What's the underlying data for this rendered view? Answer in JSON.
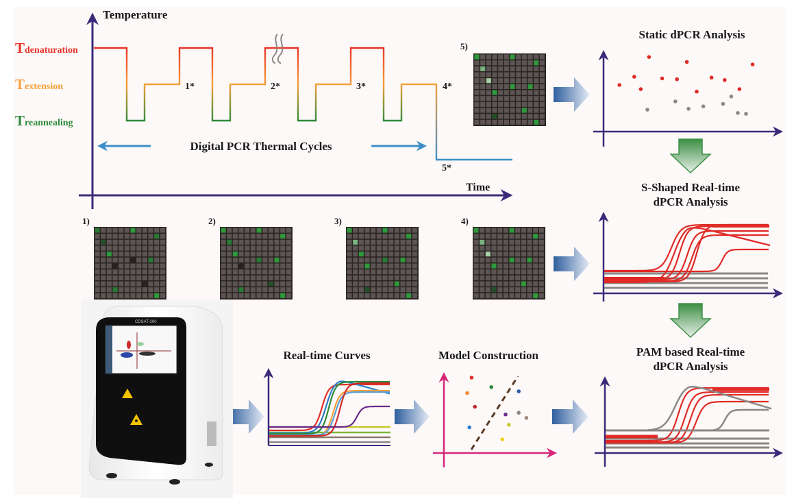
{
  "thermal_plot": {
    "y_axis_label": "Temperature",
    "x_axis_label": "Time",
    "levels": [
      {
        "prefix": "T",
        "name": "denaturation",
        "color": "#e8332a"
      },
      {
        "prefix": "T",
        "name": "extension",
        "color": "#f7a13a"
      },
      {
        "prefix": "T",
        "name": "reannealing",
        "color": "#2d8a3a"
      }
    ],
    "cycle_markers": [
      "1*",
      "2*",
      "3*",
      "4*",
      "5*"
    ],
    "cycles_label": "Digital PCR Thermal Cycles",
    "cycles_arrow_color": "#3d8ec9"
  },
  "grids": [
    {
      "label": "1)",
      "size": 12,
      "cells": [
        {
          "r": 0,
          "c": 0,
          "t": "g2"
        },
        {
          "r": 0,
          "c": 6,
          "t": "g1"
        },
        {
          "r": 1,
          "c": 10,
          "t": "g2"
        },
        {
          "r": 2,
          "c": 1,
          "t": "g3"
        },
        {
          "r": 4,
          "c": 2,
          "t": "g1"
        },
        {
          "r": 5,
          "c": 6,
          "t": "d"
        },
        {
          "r": 5,
          "c": 9,
          "t": "g2"
        },
        {
          "r": 6,
          "c": 3,
          "t": "d"
        },
        {
          "r": 9,
          "c": 8,
          "t": "d"
        },
        {
          "r": 10,
          "c": 3,
          "t": "g2"
        },
        {
          "r": 11,
          "c": 10,
          "t": "g1"
        }
      ]
    },
    {
      "label": "2)",
      "size": 12,
      "cells": [
        {
          "r": 0,
          "c": 0,
          "t": "g1"
        },
        {
          "r": 0,
          "c": 6,
          "t": "g1"
        },
        {
          "r": 1,
          "c": 10,
          "t": "g1"
        },
        {
          "r": 2,
          "c": 1,
          "t": "g2"
        },
        {
          "r": 4,
          "c": 2,
          "t": "g1"
        },
        {
          "r": 5,
          "c": 6,
          "t": "g2"
        },
        {
          "r": 5,
          "c": 9,
          "t": "g1"
        },
        {
          "r": 6,
          "c": 3,
          "t": "d"
        },
        {
          "r": 9,
          "c": 8,
          "t": "g3"
        },
        {
          "r": 10,
          "c": 3,
          "t": "g2"
        },
        {
          "r": 11,
          "c": 10,
          "t": "g1"
        }
      ]
    },
    {
      "label": "3)",
      "size": 12,
      "cells": [
        {
          "r": 0,
          "c": 0,
          "t": "g1"
        },
        {
          "r": 0,
          "c": 6,
          "t": "g1"
        },
        {
          "r": 1,
          "c": 10,
          "t": "g1"
        },
        {
          "r": 2,
          "c": 1,
          "t": "l1"
        },
        {
          "r": 4,
          "c": 2,
          "t": "g1"
        },
        {
          "r": 5,
          "c": 6,
          "t": "g2"
        },
        {
          "r": 5,
          "c": 9,
          "t": "g1"
        },
        {
          "r": 6,
          "c": 3,
          "t": "g1"
        },
        {
          "r": 9,
          "c": 8,
          "t": "g1"
        },
        {
          "r": 10,
          "c": 3,
          "t": "g3"
        },
        {
          "r": 11,
          "c": 10,
          "t": "g1"
        }
      ]
    },
    {
      "label": "4)",
      "size": 12,
      "cells": [
        {
          "r": 0,
          "c": 0,
          "t": "g1"
        },
        {
          "r": 0,
          "c": 6,
          "t": "g1"
        },
        {
          "r": 1,
          "c": 10,
          "t": "g1"
        },
        {
          "r": 2,
          "c": 1,
          "t": "l1"
        },
        {
          "r": 4,
          "c": 2,
          "t": "l2"
        },
        {
          "r": 5,
          "c": 6,
          "t": "g1"
        },
        {
          "r": 5,
          "c": 9,
          "t": "g1"
        },
        {
          "r": 6,
          "c": 3,
          "t": "g1"
        },
        {
          "r": 9,
          "c": 8,
          "t": "g1"
        },
        {
          "r": 10,
          "c": 3,
          "t": "g3"
        },
        {
          "r": 11,
          "c": 10,
          "t": "g1"
        }
      ]
    },
    {
      "label": "5)",
      "size": 12,
      "cells": [
        {
          "r": 0,
          "c": 0,
          "t": "g1"
        },
        {
          "r": 0,
          "c": 6,
          "t": "g1"
        },
        {
          "r": 1,
          "c": 10,
          "t": "g1"
        },
        {
          "r": 2,
          "c": 1,
          "t": "l1"
        },
        {
          "r": 4,
          "c": 2,
          "t": "l2"
        },
        {
          "r": 5,
          "c": 6,
          "t": "g1"
        },
        {
          "r": 5,
          "c": 9,
          "t": "g1"
        },
        {
          "r": 6,
          "c": 3,
          "t": "g1"
        },
        {
          "r": 9,
          "c": 8,
          "t": "g1"
        },
        {
          "r": 10,
          "c": 3,
          "t": "g3"
        },
        {
          "r": 11,
          "c": 10,
          "t": "g1"
        }
      ]
    }
  ],
  "cell_colors": {
    "base": "#5c5553",
    "border": "#2a2422",
    "g1": "#2f9a3c",
    "g2": "#2a7a36",
    "g3": "#24502a",
    "d": "#262220",
    "l1": "#7bb47e",
    "l2": "#a9d0a6"
  },
  "panels": {
    "static": {
      "title": "Static dPCR Analysis",
      "positive_color": "#e02a26",
      "negative_color": "#8a8886",
      "positive_points": [
        [
          0.08,
          0.55
        ],
        [
          0.17,
          0.65
        ],
        [
          0.21,
          0.5
        ],
        [
          0.26,
          0.89
        ],
        [
          0.34,
          0.63
        ],
        [
          0.43,
          0.62
        ],
        [
          0.49,
          0.83
        ],
        [
          0.55,
          0.47
        ],
        [
          0.64,
          0.64
        ],
        [
          0.72,
          0.61
        ],
        [
          0.81,
          0.5
        ],
        [
          0.89,
          0.8
        ]
      ],
      "negative_points": [
        [
          0.25,
          0.25
        ],
        [
          0.42,
          0.35
        ],
        [
          0.5,
          0.26
        ],
        [
          0.59,
          0.29
        ],
        [
          0.71,
          0.32
        ],
        [
          0.76,
          0.41
        ],
        [
          0.8,
          0.21
        ],
        [
          0.85,
          0.2
        ]
      ]
    },
    "s_shaped": {
      "title_line1": "S-Shaped Real-time",
      "title_line2": "dPCR Analysis"
    },
    "pam": {
      "title_line1": "PAM based Real-time",
      "title_line2": "dPCR Analysis"
    },
    "realtime": {
      "title": "Real-time Curves"
    },
    "model": {
      "title": "Model Construction",
      "axis_color": "#d6287a",
      "divider_color": "#5a3a22",
      "points": [
        {
          "x": 0.24,
          "y": 0.88,
          "color": "#e0302a"
        },
        {
          "x": 0.2,
          "y": 0.7,
          "color": "#f08a2a"
        },
        {
          "x": 0.42,
          "y": 0.77,
          "color": "#2d8a3a"
        },
        {
          "x": 0.27,
          "y": 0.54,
          "color": "#c0282a"
        },
        {
          "x": 0.22,
          "y": 0.3,
          "color": "#2a7ec9"
        },
        {
          "x": 0.67,
          "y": 0.72,
          "color": "#2a5aa8"
        },
        {
          "x": 0.55,
          "y": 0.45,
          "color": "#6a2a8a"
        },
        {
          "x": 0.67,
          "y": 0.47,
          "color": "#8a8886"
        },
        {
          "x": 0.74,
          "y": 0.41,
          "color": "#a08a80"
        },
        {
          "x": 0.58,
          "y": 0.33,
          "color": "#c8c82a"
        },
        {
          "x": 0.52,
          "y": 0.16,
          "color": "#f0d020"
        }
      ]
    },
    "instrument": {
      "brand_text": "CDSAT-200"
    }
  },
  "colors": {
    "axis": "#3a2a7a",
    "arrow_blue_dark": "#2e5f9e",
    "arrow_green_dark": "#2d8a3a"
  }
}
